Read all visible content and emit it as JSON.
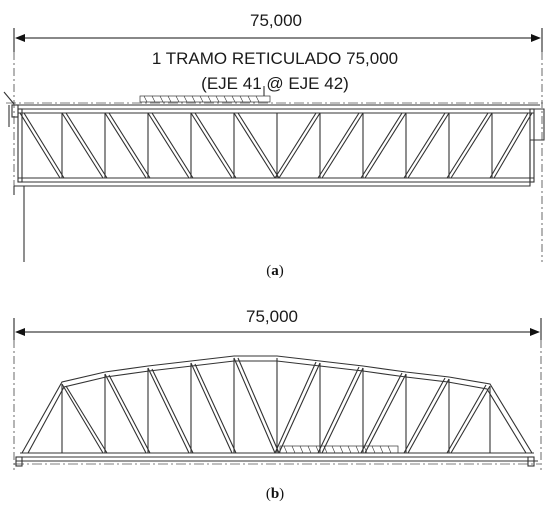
{
  "panel_a": {
    "dimension": "75,000",
    "title_line1": "1 TRAMO RETICULADO 75,000",
    "title_line2": "(EJE 41 @ EJE 42)",
    "caption_letter": "a"
  },
  "panel_b": {
    "dimension": "75,000",
    "caption_letter": "b"
  }
}
